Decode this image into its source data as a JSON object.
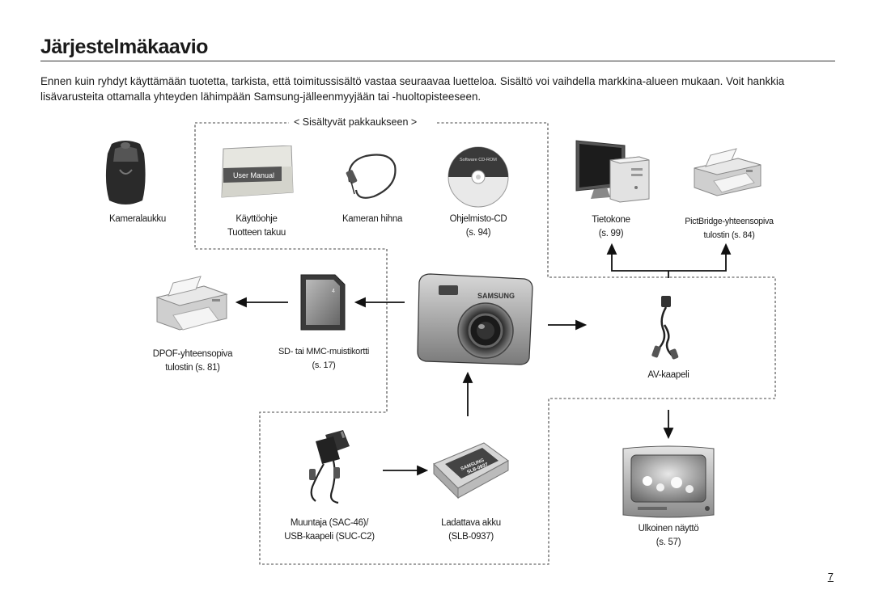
{
  "page": {
    "title": "Järjestelmäkaavio",
    "intro": "Ennen kuin ryhdyt käyttämään tuotetta, tarkista, että toimitussisältö vastaa seuraavaa luetteloa.  Sisältö voi vaihdella markkina-alueen mukaan. Voit hankkia lisävarusteita ottamalla yhteyden lähimpään Samsung-jälleenmyyjään tai -huoltopisteeseen.",
    "package_label": "< Sisältyvät pakkaukseen >",
    "page_number": "7"
  },
  "items": {
    "case": {
      "line1": "Kameralaukku"
    },
    "manual": {
      "line1": "Käyttöohje",
      "line2": "Tuotteen takuu",
      "cover_text": "User Manual"
    },
    "strap": {
      "line1": "Kameran hihna"
    },
    "cd": {
      "line1": "Ohjelmisto-CD",
      "line2": "(s. 94)",
      "disc_text": "Software CD-ROM"
    },
    "computer": {
      "line1": "Tietokone",
      "line2": "(s. 99)"
    },
    "pictbridge": {
      "line1": "PictBridge-yhteensopiva",
      "line2": "tulostin (s. 84)"
    },
    "dpof": {
      "line1": "DPOF-yhteensopiva",
      "line2": "tulostin (s. 81)"
    },
    "sdcard": {
      "line1": "SD- tai MMC-muistikortti",
      "line2": "(s. 17)"
    },
    "camera": {
      "brand": "SAMSUNG"
    },
    "av": {
      "line1": "AV-kaapeli"
    },
    "adapter": {
      "line1": "Muuntaja (SAC-46)/",
      "line2": "USB-kaapeli (SUC-C2)"
    },
    "battery": {
      "line1": "Ladattava akku",
      "line2": "(SLB-0937)",
      "battery_text": "SLB-0937",
      "brand": "SAMSUNG"
    },
    "monitor": {
      "line1": "Ulkoinen näyttö",
      "line2": "(s. 57)"
    }
  },
  "icons": [
    "camera-case-icon",
    "user-manual-icon",
    "wrist-strap-icon",
    "cd-rom-icon",
    "computer-icon",
    "printer-icon",
    "memory-card-icon",
    "digital-camera-icon",
    "av-cable-icon",
    "ac-adapter-icon",
    "battery-icon",
    "tv-monitor-icon",
    "arrow-icon"
  ],
  "colors": {
    "text": "#1a1a1a",
    "dashed_border": "#444444",
    "arrow": "#111111"
  }
}
